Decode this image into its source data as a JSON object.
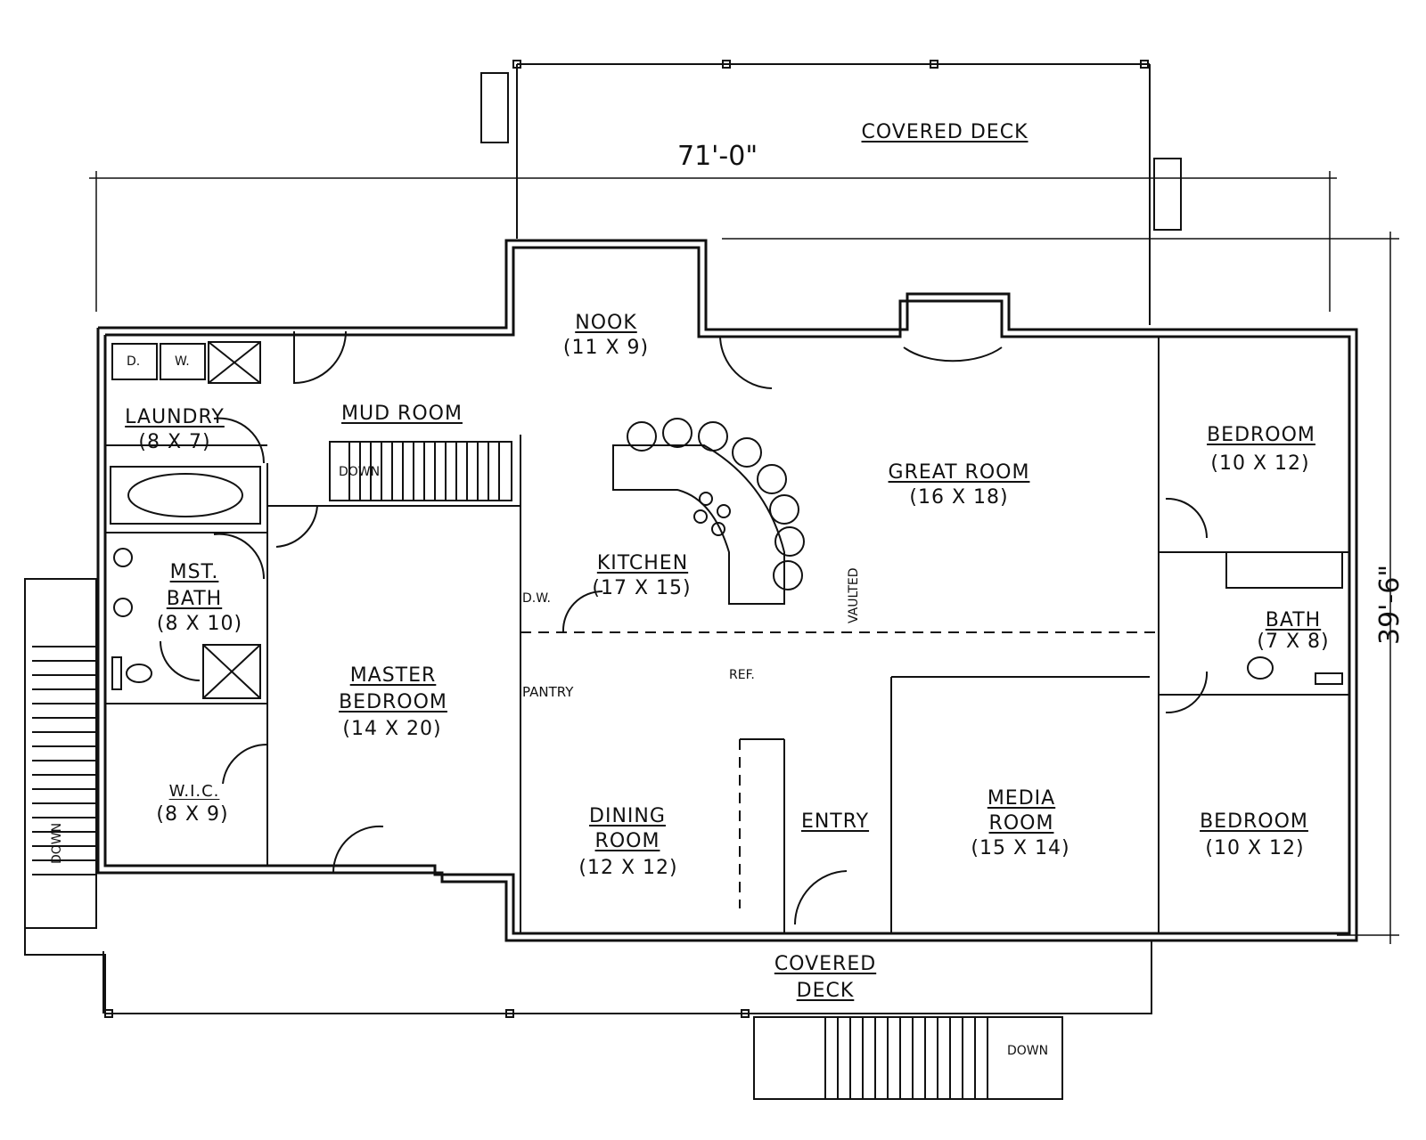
{
  "overall": {
    "width": "71'-0\"",
    "depth": "39'-6\""
  },
  "rooms": {
    "covered_deck_top": {
      "name": "COVERED DECK"
    },
    "nook": {
      "name": "NOOK",
      "size": "(11 X 9)"
    },
    "mud_room": {
      "name": "MUD ROOM"
    },
    "laundry": {
      "name": "LAUNDRY",
      "size": "(8 X 7)"
    },
    "great_room": {
      "name": "GREAT ROOM",
      "size": "(16 X 18)"
    },
    "bedroom_upper": {
      "name": "BEDROOM",
      "size": "(10 X 12)"
    },
    "kitchen": {
      "name": "KITCHEN",
      "size": "(17 X 15)"
    },
    "mst_bath": {
      "name_line1": "MST.",
      "name_line2": "BATH",
      "size": "(8 X 10)"
    },
    "bath": {
      "name": "BATH",
      "size": "(7 X 8)"
    },
    "master_bedroom": {
      "name_line1": "MASTER",
      "name_line2": "BEDROOM",
      "size": "(14 X 20)"
    },
    "wic": {
      "name": "W.I.C.",
      "size": "(8 X 9)"
    },
    "dining_room": {
      "name_line1": "DINING",
      "name_line2": "ROOM",
      "size": "(12 X 12)"
    },
    "entry": {
      "name": "ENTRY"
    },
    "media_room": {
      "name_line1": "MEDIA",
      "name_line2": "ROOM",
      "size": "(15 X 14)"
    },
    "bedroom_lower": {
      "name": "BEDROOM",
      "size": "(10 X 12)"
    },
    "covered_deck_bottom": {
      "name_line1": "COVERED",
      "name_line2": "DECK"
    },
    "pantry": {
      "name": "PANTRY"
    }
  },
  "fixtures": {
    "dryer": "D.",
    "washer": "W.",
    "dishwasher": "D.W.",
    "refrigerator": "REF.",
    "vaulted": "VAULTED"
  },
  "stairs": {
    "mud_room_down": "DOWN",
    "side_down": "DOWN",
    "front_down": "DOWN"
  }
}
